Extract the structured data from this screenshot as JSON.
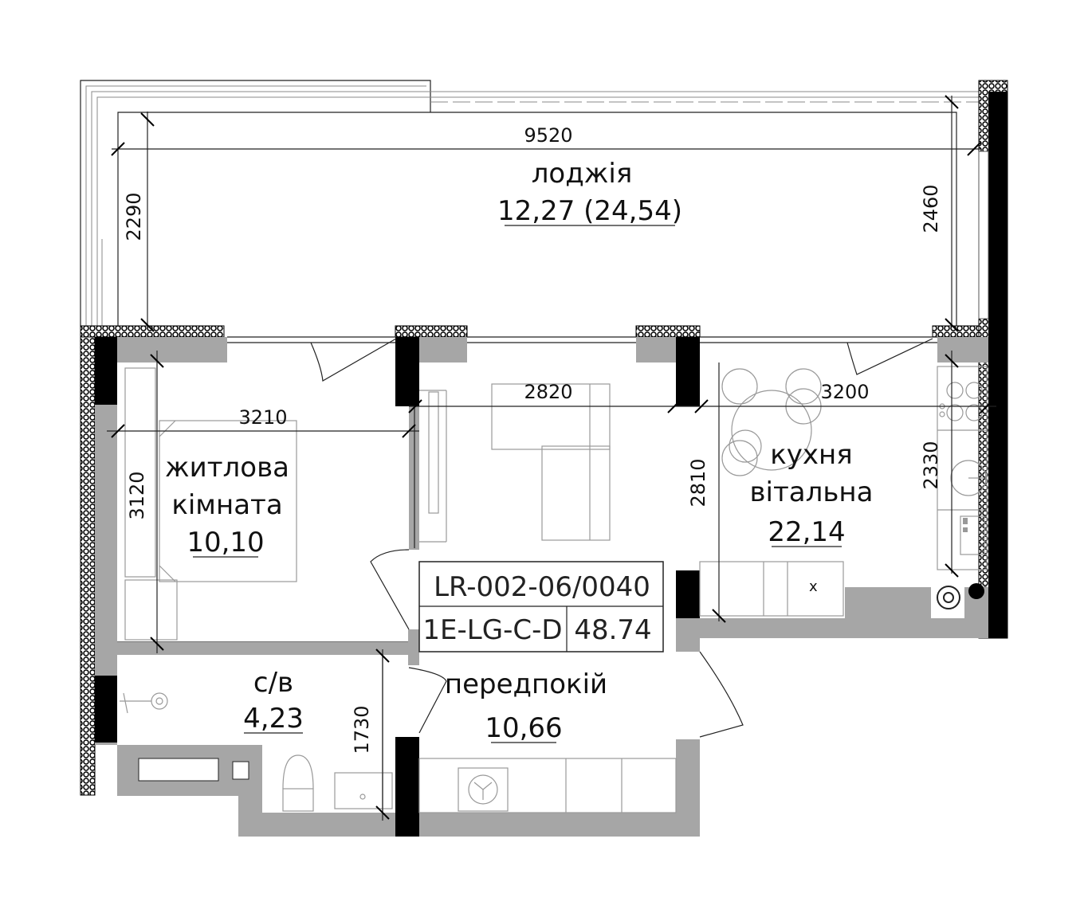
{
  "colors": {
    "wall_gray": "#a6a6a6",
    "wall_black": "#000000",
    "line": "#222222",
    "furniture": "#999999"
  },
  "rooms": {
    "loggia": {
      "name": "лоджія",
      "area": "12,27 (24,54)"
    },
    "bedroom": {
      "name_line1": "житлова",
      "name_line2": "кімната",
      "area": "10,10"
    },
    "kitchen": {
      "name_line1": "кухня",
      "name_line2": "вітальна",
      "area": "22,14"
    },
    "bathroom": {
      "name": "с/в",
      "area": "4,23"
    },
    "hallway": {
      "name": "передпокій",
      "area": "10,66"
    }
  },
  "dimensions": {
    "loggia_width": "9520",
    "loggia_left_depth": "2290",
    "loggia_right_depth": "2460",
    "bedroom_width": "3210",
    "bedroom_depth": "3120",
    "living_width": "2820",
    "kitchen_width": "3200",
    "kitchen_depth_left": "2810",
    "kitchen_depth_right": "2330",
    "bath_depth": "1730"
  },
  "tag": {
    "code": "LR-002-06/0040",
    "type": "1E-LG-C-D",
    "total_area": "48.74"
  },
  "icons": {
    "stove": "stove-icon",
    "sink": "sink-icon",
    "toilet": "toilet-icon",
    "washer": "washing-machine-icon",
    "shower": "shower-icon"
  }
}
